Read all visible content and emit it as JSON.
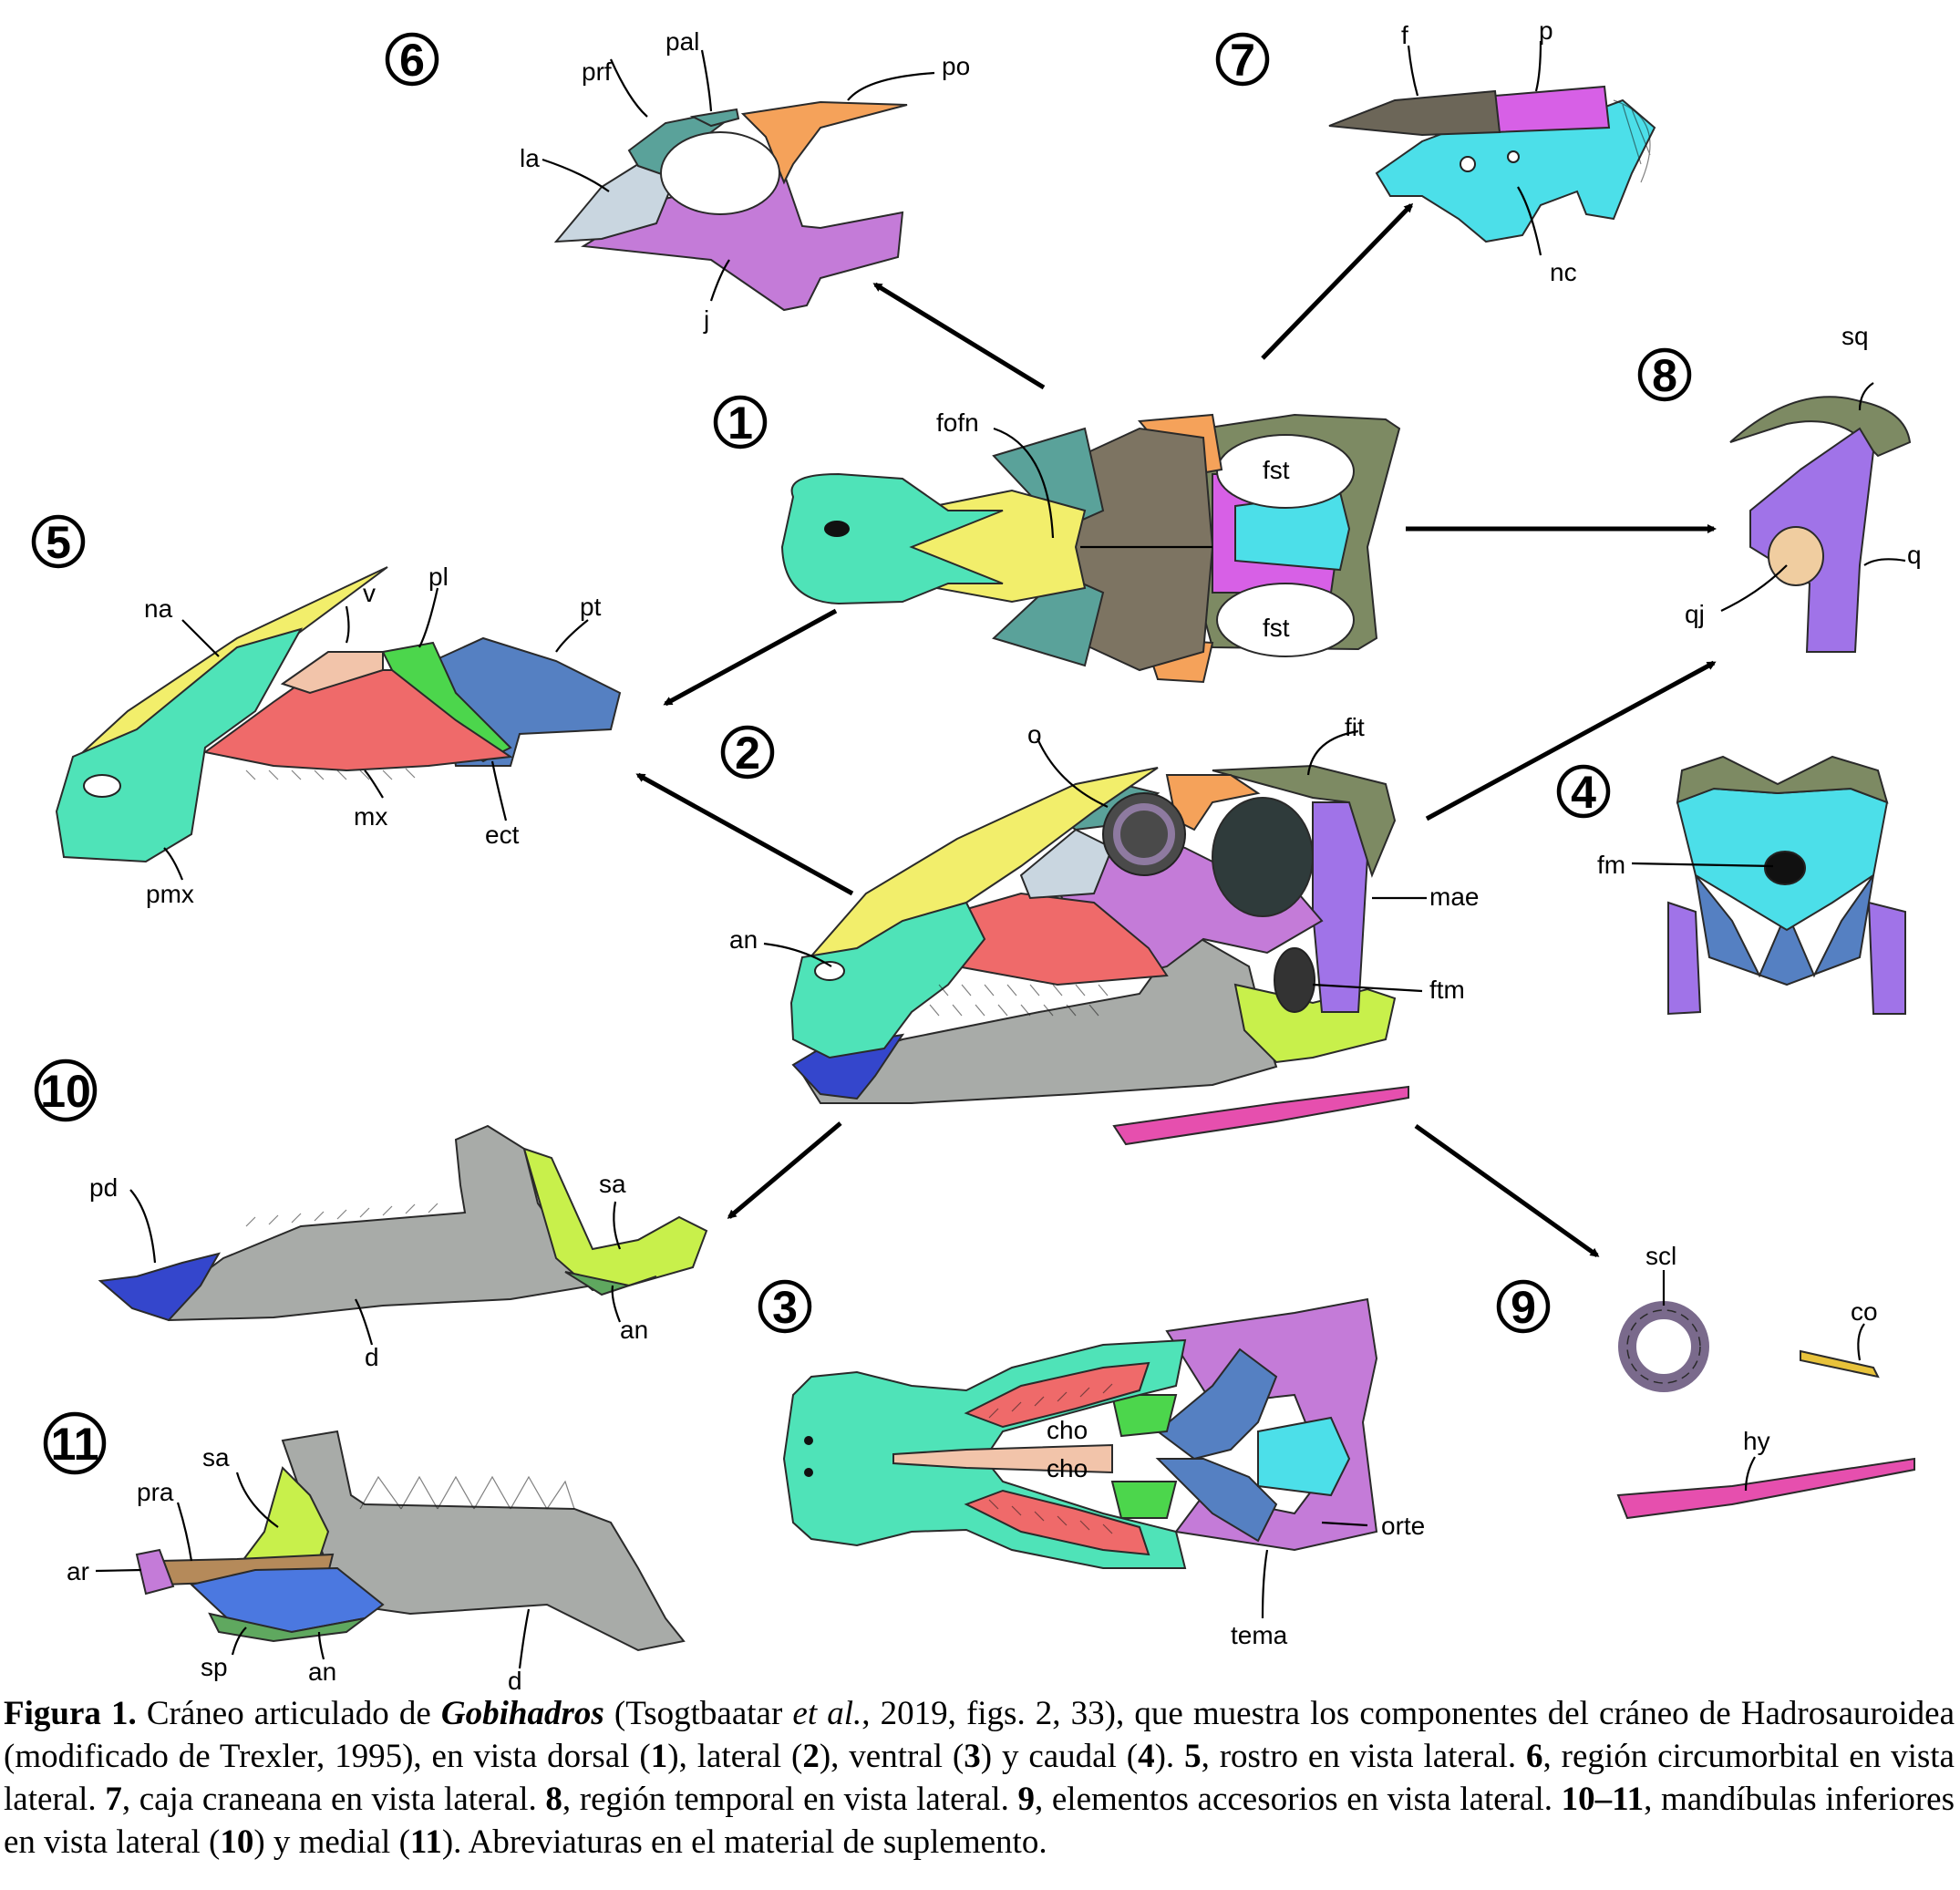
{
  "colors": {
    "premaxilla": "#4fe3b8",
    "nasal": "#f2ee6b",
    "maxilla": "#ef6a6a",
    "jugal": "#c47bd8",
    "postorbital": "#f5a25a",
    "prefrontal": "#5aa29a",
    "lacrimal": "#c9d6e0",
    "frontal": "#7d7462",
    "parietal": "#d760e6",
    "squamosal": "#7d8a63",
    "quadrate": "#a073e8",
    "quadratojugal": "#f0cda0",
    "braincase": "#4cdfe9",
    "pterygoid": "#5580c2",
    "palatine": "#4cd64c",
    "vomer": "#f2c4aa",
    "dentary": "#a8aba8",
    "surangular": "#c8f04b",
    "predentary": "#3446cc",
    "splenial": "#4b78e0",
    "angular": "#5fa85f",
    "hyoid": "#e64fae",
    "sclerotic": "#7a6a8c",
    "coronoid": "#e8c23a",
    "prearticular": "#b58a5a"
  },
  "panels": {
    "p1": {
      "number": "1",
      "labels": {
        "fofn": "fofn",
        "fst_top": "fst",
        "fst_bottom": "fst"
      }
    },
    "p2": {
      "number": "2",
      "labels": {
        "o": "o",
        "fit": "fit",
        "an": "an",
        "mae": "mae",
        "ftm": "ftm"
      }
    },
    "p3": {
      "number": "3",
      "labels": {
        "cho_top": "cho",
        "cho_bottom": "cho",
        "orte": "orte",
        "tema": "tema"
      }
    },
    "p4": {
      "number": "4",
      "labels": {
        "fm": "fm"
      }
    },
    "p5": {
      "number": "5",
      "labels": {
        "na": "na",
        "v": "v",
        "pl": "pl",
        "pt": "pt",
        "mx": "mx",
        "ect": "ect",
        "pmx": "pmx"
      }
    },
    "p6": {
      "number": "6",
      "labels": {
        "prf": "prf",
        "pal": "pal",
        "po": "po",
        "la": "la",
        "j": "j"
      }
    },
    "p7": {
      "number": "7",
      "labels": {
        "f": "f",
        "p": "p",
        "nc": "nc"
      }
    },
    "p8": {
      "number": "8",
      "labels": {
        "sq": "sq",
        "q": "q",
        "qj": "qj"
      }
    },
    "p9": {
      "number": "9",
      "labels": {
        "scl": "scl",
        "co": "co",
        "hy": "hy"
      }
    },
    "p10": {
      "number": "10",
      "labels": {
        "pd": "pd",
        "sa": "sa",
        "an": "an",
        "d": "d"
      }
    },
    "p11": {
      "number": "11",
      "labels": {
        "sa": "sa",
        "pra": "pra",
        "ar": "ar",
        "sp": "sp",
        "an": "an",
        "d": "d"
      }
    }
  },
  "caption": {
    "figure_label": "Figura 1.",
    "text_1": " Cráneo articulado de ",
    "genus": "Gobihadros",
    "text_2": " (Tsogtbaatar ",
    "etal": "et al.",
    "text_3": ", 2019, figs. 2, 33), que muestra los componentes del cráneo de Hadrosauroidea (modificado de Trexler, 1995), en vista dorsal (",
    "n1": "1",
    "text_4": "), lateral (",
    "n2": "2",
    "text_5": "), ventral (",
    "n3": "3",
    "text_6": ") y caudal (",
    "n4": "4",
    "text_7": "). ",
    "n5": "5",
    "text_8": ", rostro en vista lateral. ",
    "n6": "6",
    "text_9": ", región circumorbital en vista lateral. ",
    "n7": "7",
    "text_10": ", caja craneana en vista lateral. ",
    "n8": "8",
    "text_11": ", región temporal en vista lateral. ",
    "n9": "9",
    "text_12": ", elementos accesorios en vista lateral. ",
    "n10_11": "10–11",
    "text_13": ", mandíbulas inferiores en vista lateral (",
    "n10": "10",
    "text_14": ") y medial (",
    "n11": "11",
    "text_15": "). Abreviaturas en el material de suplemento."
  }
}
